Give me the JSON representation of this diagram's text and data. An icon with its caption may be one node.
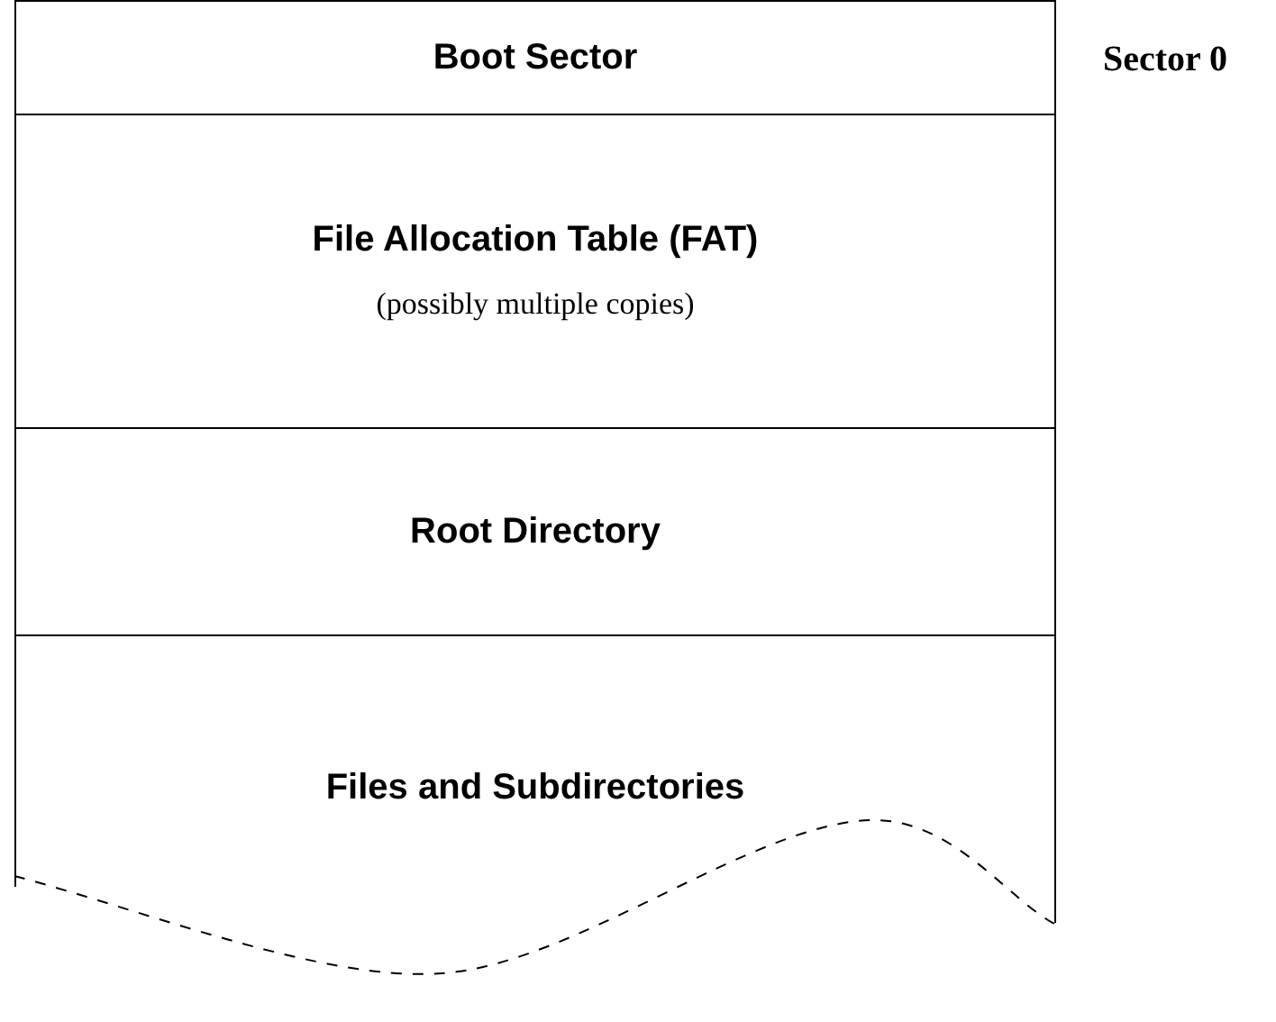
{
  "diagram": {
    "nodes": [
      {
        "text": [
          "Boot Sector"
        ],
        "beside": [
          "Sector 0"
        ]
      },
      {
        "text": [
          "File Allocation Table (FAT)",
          "(possibly multiple copies)"
        ]
      },
      {
        "text": [
          "Root Directory"
        ]
      },
      {
        "text": [
          "Files and Subdirectories"
        ]
      }
    ]
  }
}
